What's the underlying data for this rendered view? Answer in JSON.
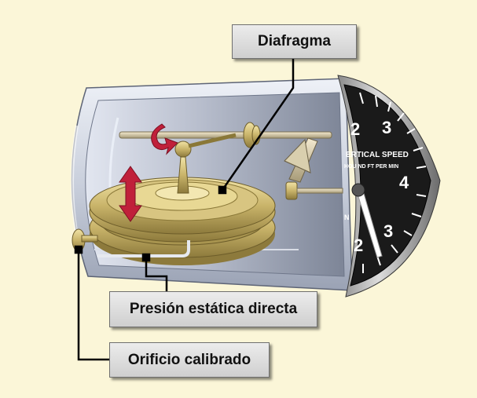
{
  "labels": {
    "diaphragm": "Diafragma",
    "direct_static_pressure": "Presión estática directa",
    "calibrated_orifice": "Orificio calibrado"
  },
  "dial": {
    "title_line1": "ERTICAL SPEED",
    "title_line2": "HOU    ND FT PER MIN",
    "numbers": [
      "2",
      "3",
      "4",
      "3",
      "2"
    ],
    "letter": "N"
  },
  "colors": {
    "background": "#fbf6d8",
    "motion_arrow": "#c0203a",
    "brass": "#c9b46a",
    "dial_face": "#1a1a1a"
  }
}
